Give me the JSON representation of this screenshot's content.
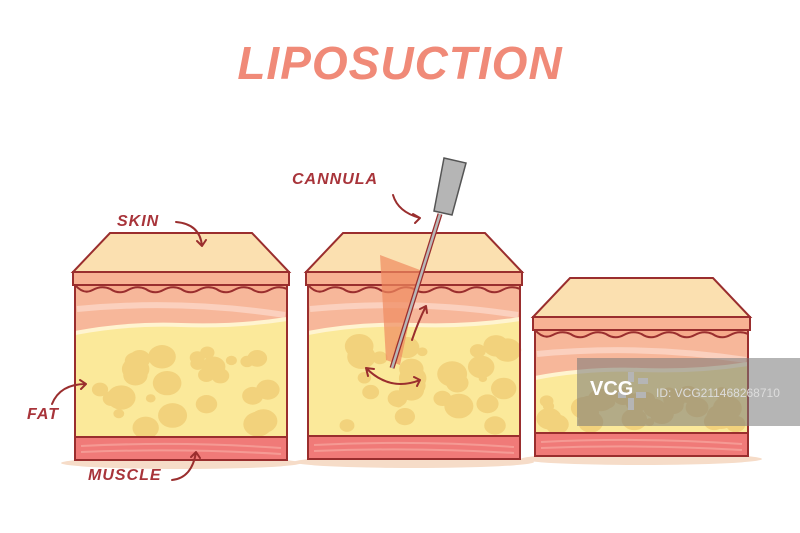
{
  "title": "LIPOSUCTION",
  "labels": {
    "skin": "SKIN",
    "cannula": "CANNULA",
    "fat": "FAT",
    "muscle": "MUSCLE"
  },
  "watermark": {
    "logo": "VCG",
    "id": "ID: VCG211468268710"
  },
  "colors": {
    "title": "#f08a78",
    "label": "#a8343a",
    "outline": "#9a2e2e",
    "skin_top": "#fbe0b0",
    "dermis": "#f7b79a",
    "fat": "#fbe99a",
    "fat_blob": "#f2d27c",
    "muscle": "#f07a78"
  }
}
